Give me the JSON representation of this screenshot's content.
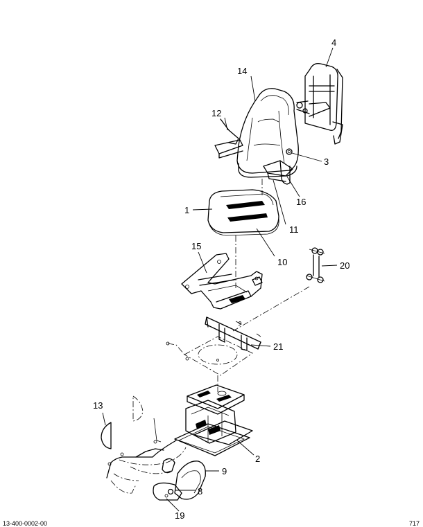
{
  "callouts": {
    "c1": "1",
    "c2": "2",
    "c3": "3",
    "c4": "4",
    "c8": "8",
    "c9": "9",
    "c10": "10",
    "c11": "11",
    "c12": "12",
    "c13": "13",
    "c14": "14",
    "c15": "15",
    "c16": "16",
    "c19": "19",
    "c20": "20",
    "c21": "21"
  },
  "footer": {
    "drawing_id": "13-400-0002-00",
    "page_mark": "717"
  }
}
